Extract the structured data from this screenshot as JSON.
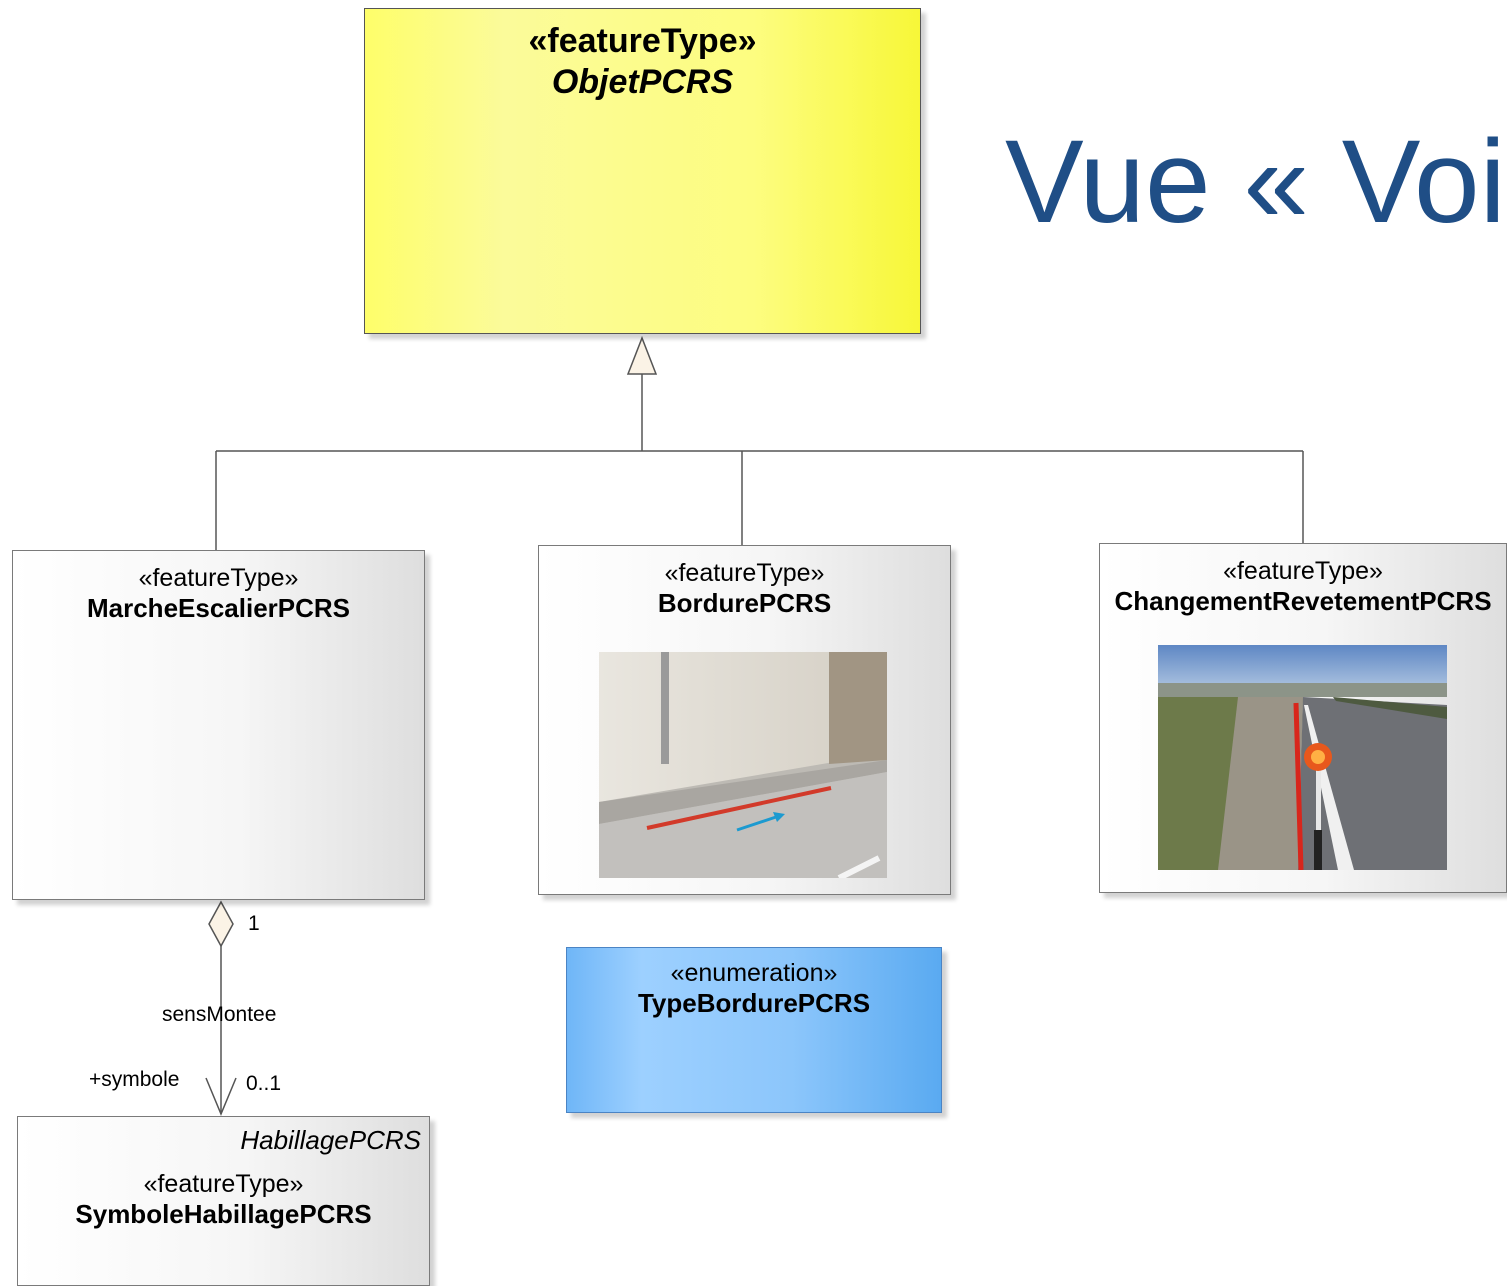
{
  "title": "Vue « Voi",
  "classes": {
    "objet": {
      "stereotype": "«featureType»",
      "name": "ObjetPCRS"
    },
    "marche": {
      "stereotype": "«featureType»",
      "name": "MarcheEscalierPCRS"
    },
    "bordure": {
      "stereotype": "«featureType»",
      "name": "BordurePCRS"
    },
    "changement": {
      "stereotype": "«featureType»",
      "name": "ChangementRevetementPCRS"
    },
    "typebordure": {
      "stereotype": "«enumeration»",
      "name": "TypeBordurePCRS"
    },
    "symbole": {
      "package": "HabillagePCRS",
      "stereotype": "«featureType»",
      "name": "SymboleHabillagePCRS"
    }
  },
  "association": {
    "source_multiplicity": "1",
    "name": "sensMontee",
    "target_role": "+symbole",
    "target_multiplicity": "0..1"
  },
  "colors": {
    "title": "#1f4e86",
    "abstract_class": "#fdfd80",
    "enumeration": "#8cc6fb"
  }
}
